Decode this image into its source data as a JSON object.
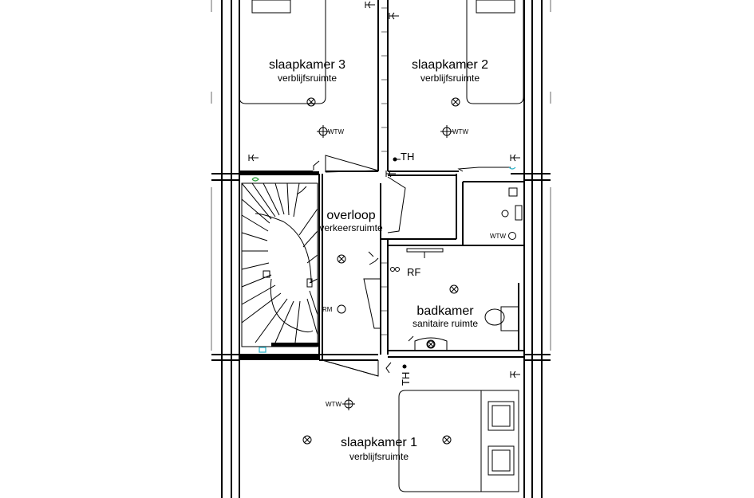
{
  "rooms": {
    "slaapkamer3": {
      "name": "slaapkamer 3",
      "function": "verblijfsruimte"
    },
    "slaapkamer2": {
      "name": "slaapkamer 2",
      "function": "verblijfsruimte"
    },
    "overloop": {
      "name": "overloop",
      "function": "verkeersruimte"
    },
    "badkamer": {
      "name": "badkamer",
      "function": "sanitaire ruimte"
    },
    "slaapkamer1": {
      "name": "slaapkamer 1",
      "function": "verblijfsruimte"
    }
  },
  "symbols": {
    "wtw": "WTW",
    "th": "TH",
    "rf": "RF",
    "rm": "RM"
  },
  "colors": {
    "walls": "#000000",
    "smoke_detector": "#2bb3c9",
    "stair_marker": "#2a9d3a"
  },
  "icons": [
    "ceiling-light-icon",
    "wtw-vent-icon",
    "switch-icon",
    "socket-icon",
    "thermostat-icon",
    "door-swing-icon",
    "staircase-icon",
    "toilet-icon",
    "sink-icon",
    "bed-icon"
  ]
}
